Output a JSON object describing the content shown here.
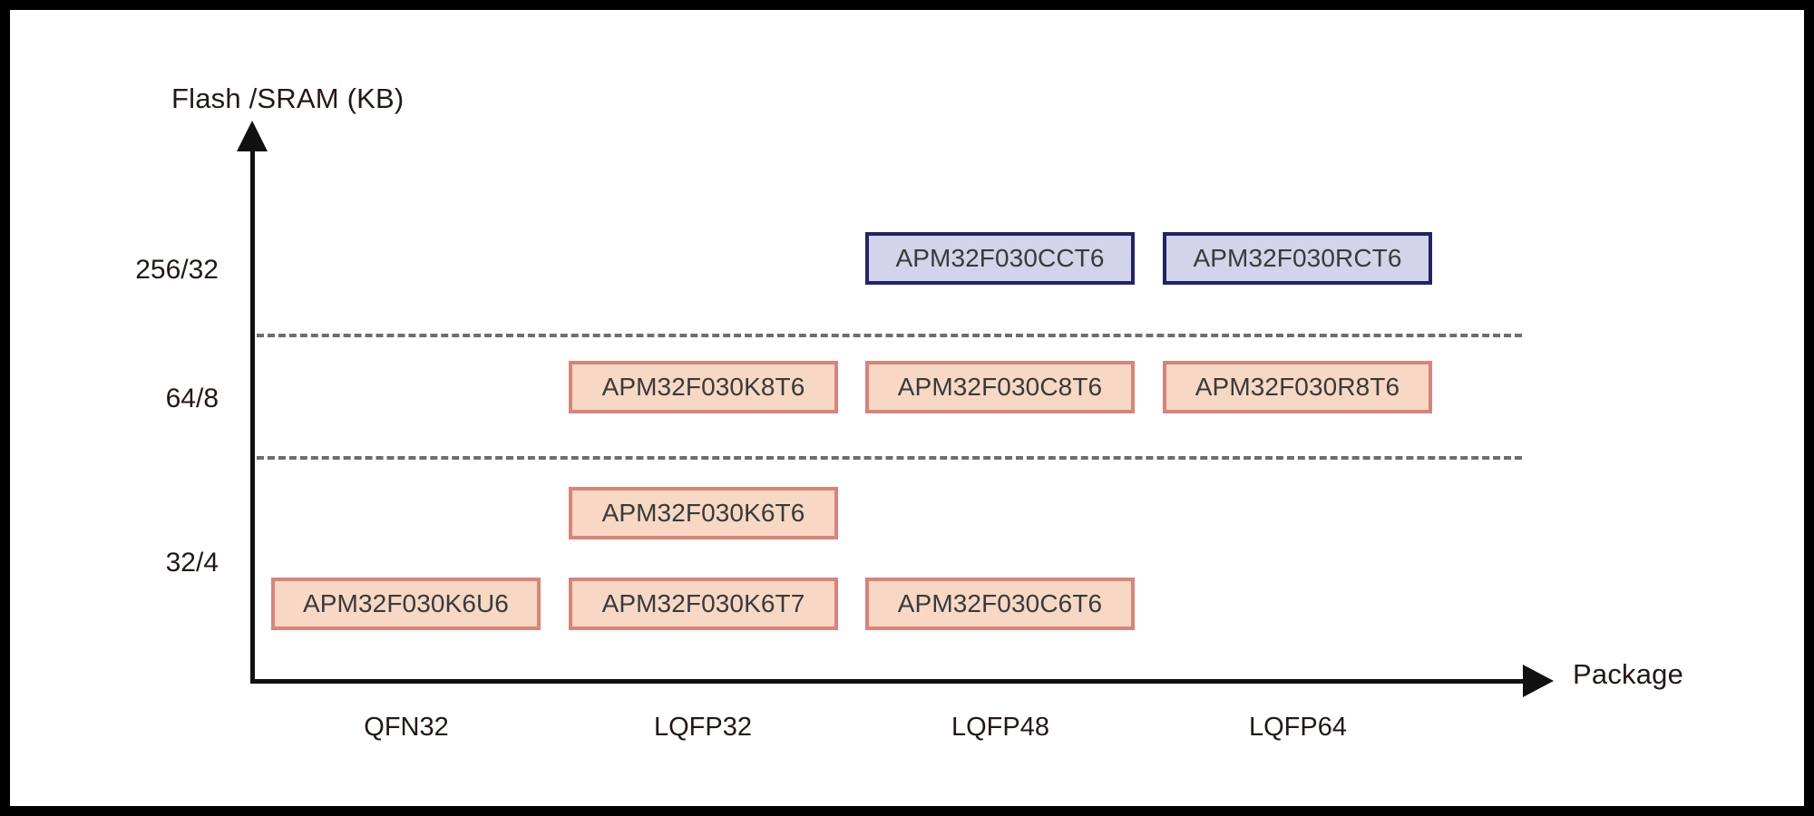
{
  "chart_data": {
    "type": "scatter",
    "title": "",
    "xlabel": "Package",
    "ylabel": "Flash /SRAM (KB)",
    "grid": "horizontal-dashed",
    "legend": "none",
    "categories": [
      "QFN32",
      "LQFP32",
      "LQFP48",
      "LQFP64"
    ],
    "ytick_labels": [
      "256/32",
      "64/8",
      "32/4"
    ],
    "points": [
      {
        "label": "APM32F030CCT6",
        "package": "LQFP48",
        "memory": "256/32",
        "style": "periwinkle"
      },
      {
        "label": "APM32F030RCT6",
        "package": "LQFP64",
        "memory": "256/32",
        "style": "periwinkle"
      },
      {
        "label": "APM32F030K8T6",
        "package": "LQFP32",
        "memory": "64/8",
        "style": "peach"
      },
      {
        "label": "APM32F030C8T6",
        "package": "LQFP48",
        "memory": "64/8",
        "style": "peach"
      },
      {
        "label": "APM32F030R8T6",
        "package": "LQFP64",
        "memory": "64/8",
        "style": "peach"
      },
      {
        "label": "APM32F030K6T6",
        "package": "LQFP32",
        "memory": "32/4",
        "style": "peach"
      },
      {
        "label": "APM32F030K6U6",
        "package": "QFN32",
        "memory": "32/4",
        "style": "peach"
      },
      {
        "label": "APM32F030K6T7",
        "package": "LQFP32",
        "memory": "32/4",
        "style": "peach"
      },
      {
        "label": "APM32F030C6T6",
        "package": "LQFP48",
        "memory": "32/4",
        "style": "peach"
      }
    ]
  },
  "axes": {
    "y_title": "Flash /SRAM (KB)",
    "x_title": "Package"
  },
  "yticks": [
    {
      "label": "256/32"
    },
    {
      "label": "64/8"
    },
    {
      "label": "32/4"
    }
  ],
  "xticks": [
    {
      "label": "QFN32"
    },
    {
      "label": "LQFP32"
    },
    {
      "label": "LQFP48"
    },
    {
      "label": "LQFP64"
    }
  ],
  "parts": [
    {
      "label": "APM32F030CCT6"
    },
    {
      "label": "APM32F030RCT6"
    },
    {
      "label": "APM32F030K8T6"
    },
    {
      "label": "APM32F030C8T6"
    },
    {
      "label": "APM32F030R8T6"
    },
    {
      "label": "APM32F030K6T6"
    },
    {
      "label": "APM32F030K6U6"
    },
    {
      "label": "APM32F030K6T7"
    },
    {
      "label": "APM32F030C6T6"
    }
  ],
  "colors": {
    "peach_fill": "#f6d8c4",
    "peach_border": "#d9837a",
    "periwinkle_fill": "#d2d5e9",
    "periwinkle_border": "#23226a",
    "axis": "#111111",
    "divider": "#6e6e6e",
    "text": "#231815",
    "frame": "#000000",
    "background": "#ffffff"
  }
}
